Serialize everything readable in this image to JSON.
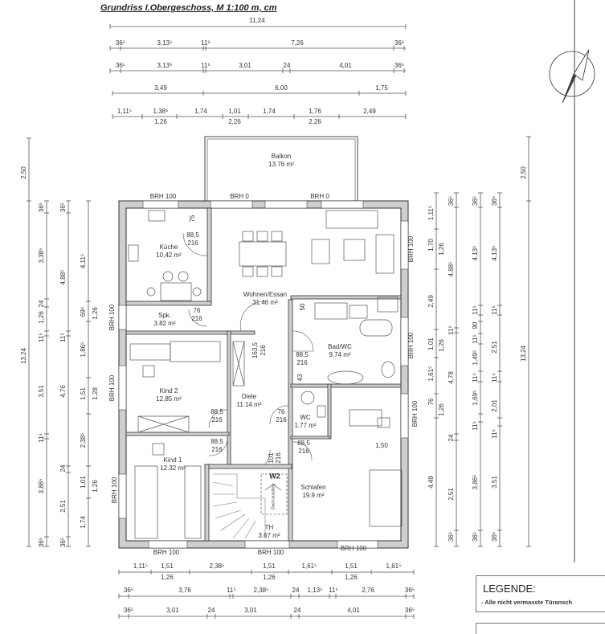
{
  "title": "Grundriss I.Obergeschoss, M 1:100 m, cm",
  "dims": {
    "top": {
      "overall": "11,24",
      "row1": [
        "36⁵",
        "3,13⁵",
        "11⁵",
        "7,26",
        "36⁵"
      ],
      "row2": [
        "36⁵",
        "3,13⁵",
        "11⁵",
        "3,01",
        "24",
        "4,01",
        "36⁵"
      ],
      "row3": [
        "3,49",
        "6,00",
        "1,75"
      ],
      "row4": [
        "1,11⁵",
        "1,38⁵",
        "1,74",
        "1,01",
        "1,74",
        "1,76",
        "2,49"
      ],
      "row4_sub": [
        "1,26",
        "2,26",
        "2,26"
      ]
    },
    "bottom": {
      "row1": [
        "1,11⁵",
        "1,51",
        "2,38⁵",
        "1,51",
        "1,61⁵",
        "1,51",
        "1,61⁵"
      ],
      "row1_sub": [
        "1,26",
        "1,26",
        "1,26"
      ],
      "row2": [
        "36⁵",
        "3,76",
        "11⁵",
        "2,38⁵",
        "24",
        "1,13⁵",
        "11⁵",
        "2,76",
        "36⁵"
      ],
      "row3": [
        "36⁵",
        "3,01",
        "24",
        "3,01",
        "24",
        "4,01",
        "36⁵"
      ]
    },
    "left": {
      "line1": [
        "2,50",
        "13,24"
      ],
      "line2": [
        "36⁵",
        "3,38⁵",
        "24",
        "1,26",
        "11⁵",
        "3,51",
        "11⁵",
        "3,86⁵",
        "36⁵"
      ],
      "line3": [
        "36⁵",
        "4,88⁵",
        "11⁵",
        "4,76",
        "24",
        "2,51",
        "36⁵"
      ],
      "line4": [
        "4,11⁵",
        "69⁵",
        "1,86⁵",
        "1,51",
        "2,38⁵",
        "1,01",
        "1,74"
      ],
      "line4_sub": [
        "1,26",
        "1,28",
        "1,26"
      ]
    },
    "right": {
      "line1": [
        "1,11⁵",
        "1,70",
        "2,49",
        "1,01",
        "1,61⁵",
        "76",
        "4,49"
      ],
      "line1_sub": [
        "1,26",
        "1,26",
        "1,26"
      ],
      "line2": [
        "36⁵",
        "4,88⁵",
        "11⁵",
        "4,78",
        "24",
        "2,51",
        "36⁵"
      ],
      "line3": [
        "36⁵",
        "4,13⁵",
        "11⁵",
        "90",
        "11⁵",
        "1,49⁵",
        "11⁵",
        "1,69⁵",
        "11⁵",
        "3,86⁵",
        "36⁵"
      ],
      "line4": [
        "36⁵",
        "4,13⁵",
        "11⁵",
        "2,51",
        "11⁵",
        "2,01",
        "11⁵",
        "3,51",
        "36⁵"
      ],
      "line5": [
        "2,50",
        "13,24"
      ]
    }
  },
  "rooms": [
    {
      "name": "Balkon",
      "area": "13.76 m²"
    },
    {
      "name": "Küche",
      "area": "10,42 m²"
    },
    {
      "name": "Wohnen/Essan",
      "area": "31.46 m²"
    },
    {
      "name": "Spk.",
      "area": "3.82 m²"
    },
    {
      "name": "Bad/WC",
      "area": "9,74 m²"
    },
    {
      "name": "Kind 2",
      "area": "12,85 m²"
    },
    {
      "name": "Diele",
      "area": "11.14 m²"
    },
    {
      "name": "WC",
      "area": "1.77 m²"
    },
    {
      "name": "Kind 1",
      "area": "12.32 m²"
    },
    {
      "name": "Schlafen",
      "area": "19.9 m²"
    },
    {
      "name": "TH",
      "area": "3.67 m²"
    }
  ],
  "brh": [
    "BRH 100",
    "BRH 0",
    "BRH 0",
    "BRH 100",
    "BRH 100",
    "BRH 100",
    "BRH 100",
    "BRH 100",
    "BRH 100",
    "BRH 100",
    "BRH 100",
    "BRH 100"
  ],
  "doors": [
    {
      "w": "88,5",
      "h": "216"
    },
    {
      "w": "76",
      "h": "216"
    },
    {
      "w": "88,5",
      "h": "216"
    },
    {
      "w": "88,5",
      "h": "216"
    },
    {
      "w": "88,5",
      "h": "216"
    },
    {
      "w": "76",
      "h": "216"
    },
    {
      "w": "88,5",
      "h": "216"
    }
  ],
  "misc": {
    "kitchen_depth": "75",
    "living_depth": "50",
    "bath_depth": "43",
    "diele_opening": "163,5",
    "diele_opening_h": "216",
    "stair_door": "101",
    "stair_door_h": "216",
    "bed_width": "1,50",
    "attic_hatch": "W2",
    "attic_hatch_label": "Dach-ausstieg"
  },
  "legend": {
    "heading": "LEGENDE:",
    "note": "- Alle nicht vermasste Türansch"
  }
}
